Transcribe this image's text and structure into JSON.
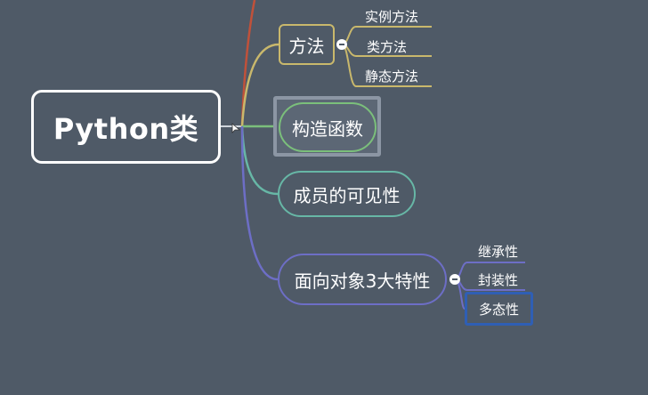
{
  "mindmap": {
    "root": {
      "label": "Python类"
    },
    "branches": {
      "methods": {
        "label": "方法",
        "children": [
          "实例方法",
          "类方法",
          "静态方法"
        ]
      },
      "constructor": {
        "label": "构造函数"
      },
      "visibility": {
        "label": "成员的可见性"
      },
      "oop": {
        "label": "面向对象3大特性",
        "children": [
          "继承性",
          "封装性",
          "多态性"
        ]
      }
    }
  },
  "colors": {
    "background": "#4f5a67",
    "top_branch": "#c0513a",
    "methods": "#c9b86c",
    "constructor": "#7bbf7b",
    "visibility": "#67b7a6",
    "oop": "#6d6ec6",
    "selected_outline": "#2f5fb4"
  }
}
